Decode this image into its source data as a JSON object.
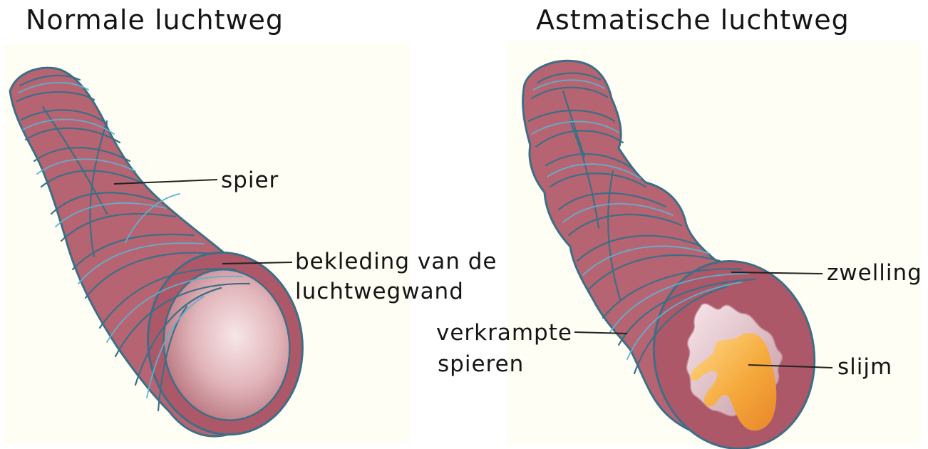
{
  "titles": {
    "normal": "Normale luchtweg",
    "asthmatic": "Astmatische luchtweg"
  },
  "labels": {
    "muscle": "spier",
    "lining_line1": "bekleding van de",
    "lining_line2": "luchtwegwand",
    "swelling": "zwelling",
    "cramped_line1": "verkrampte",
    "cramped_line2": "spieren",
    "mucus": "slijm"
  },
  "colors": {
    "airway_wall": "#B76472",
    "airway_outline": "#3C6F86",
    "muscle_band": "#5FB0CF",
    "lumen_highlight": "#F4E0E2",
    "mucus": "#F4A93A"
  }
}
